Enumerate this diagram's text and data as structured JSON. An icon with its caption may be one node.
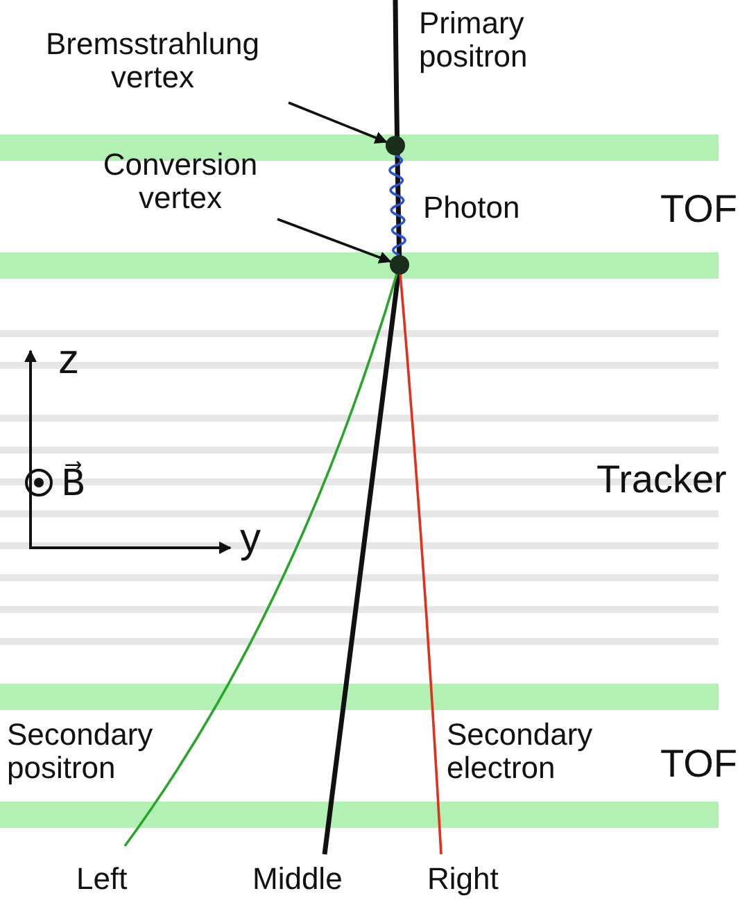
{
  "diagram": {
    "nodes": [
      {
        "text": [
          "Bremsstrahlung vertex"
        ]
      },
      {
        "text": [],
        "shape": "circle"
      },
      {
        "text": [
          "Conversion vertex"
        ]
      },
      {
        "text": [],
        "shape": "circle"
      }
    ],
    "edges": [
      {
        "from": 0,
        "to": 1,
        "arrow": "to"
      },
      {
        "from": 2,
        "to": 3,
        "arrow": "to"
      },
      {
        "from": 1,
        "to": 3,
        "arrow": "none",
        "color": "#2a52d6"
      }
    ],
    "labels": [
      "Primary positron",
      "Photon",
      "TOF",
      "z",
      "B⃗",
      "y",
      "Tracker",
      "Secondary positron",
      "Secondary electron",
      "TOF",
      "Left",
      "Middle",
      "Right"
    ]
  }
}
